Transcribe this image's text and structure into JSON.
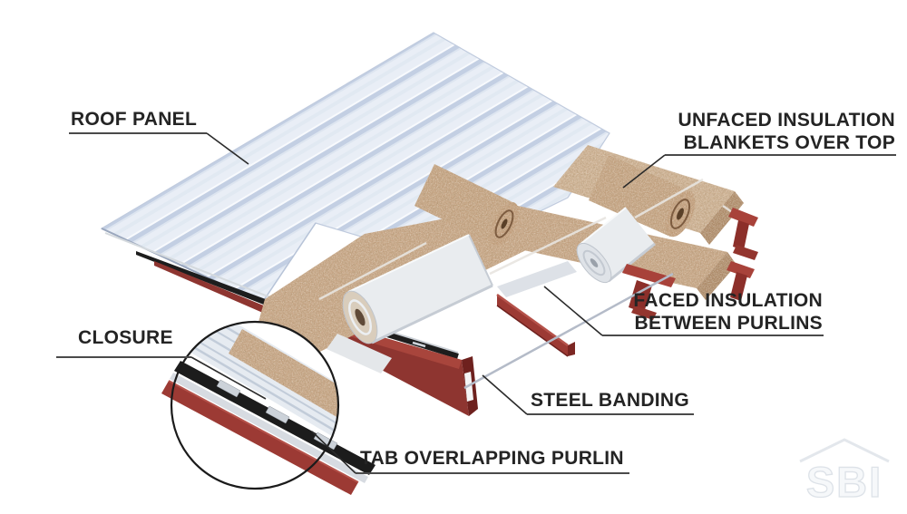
{
  "labels": {
    "roof_panel": "ROOF PANEL",
    "unfaced_line1": "UNFACED INSULATION",
    "unfaced_line2": "BLANKETS OVER TOP",
    "faced_line1": "FACED INSULATION",
    "faced_line2": "BETWEEN PURLINS",
    "closure": "CLOSURE",
    "steel_banding": "STEEL BANDING",
    "tab_overlapping_purlin": "TAB OVERLAPPING PURLIN"
  },
  "watermark": {
    "text": "SBI"
  },
  "colors": {
    "label_text": "#242424",
    "leader_line": "#2b2b2b",
    "roof_panel_light": "#e9eef6",
    "roof_panel_rib": "#c3cfe3",
    "insulation_tan": "#c6a585",
    "insulation_tan_dark": "#ad8a69",
    "purlin_red": "#9c3a34",
    "purlin_red_dark": "#7c2723",
    "facing_white": "#e9ecef",
    "steel_band_gray": "#b4bbc8",
    "closure_black": "#1d1d1d",
    "watermark_gray": "#e3e7ec"
  }
}
